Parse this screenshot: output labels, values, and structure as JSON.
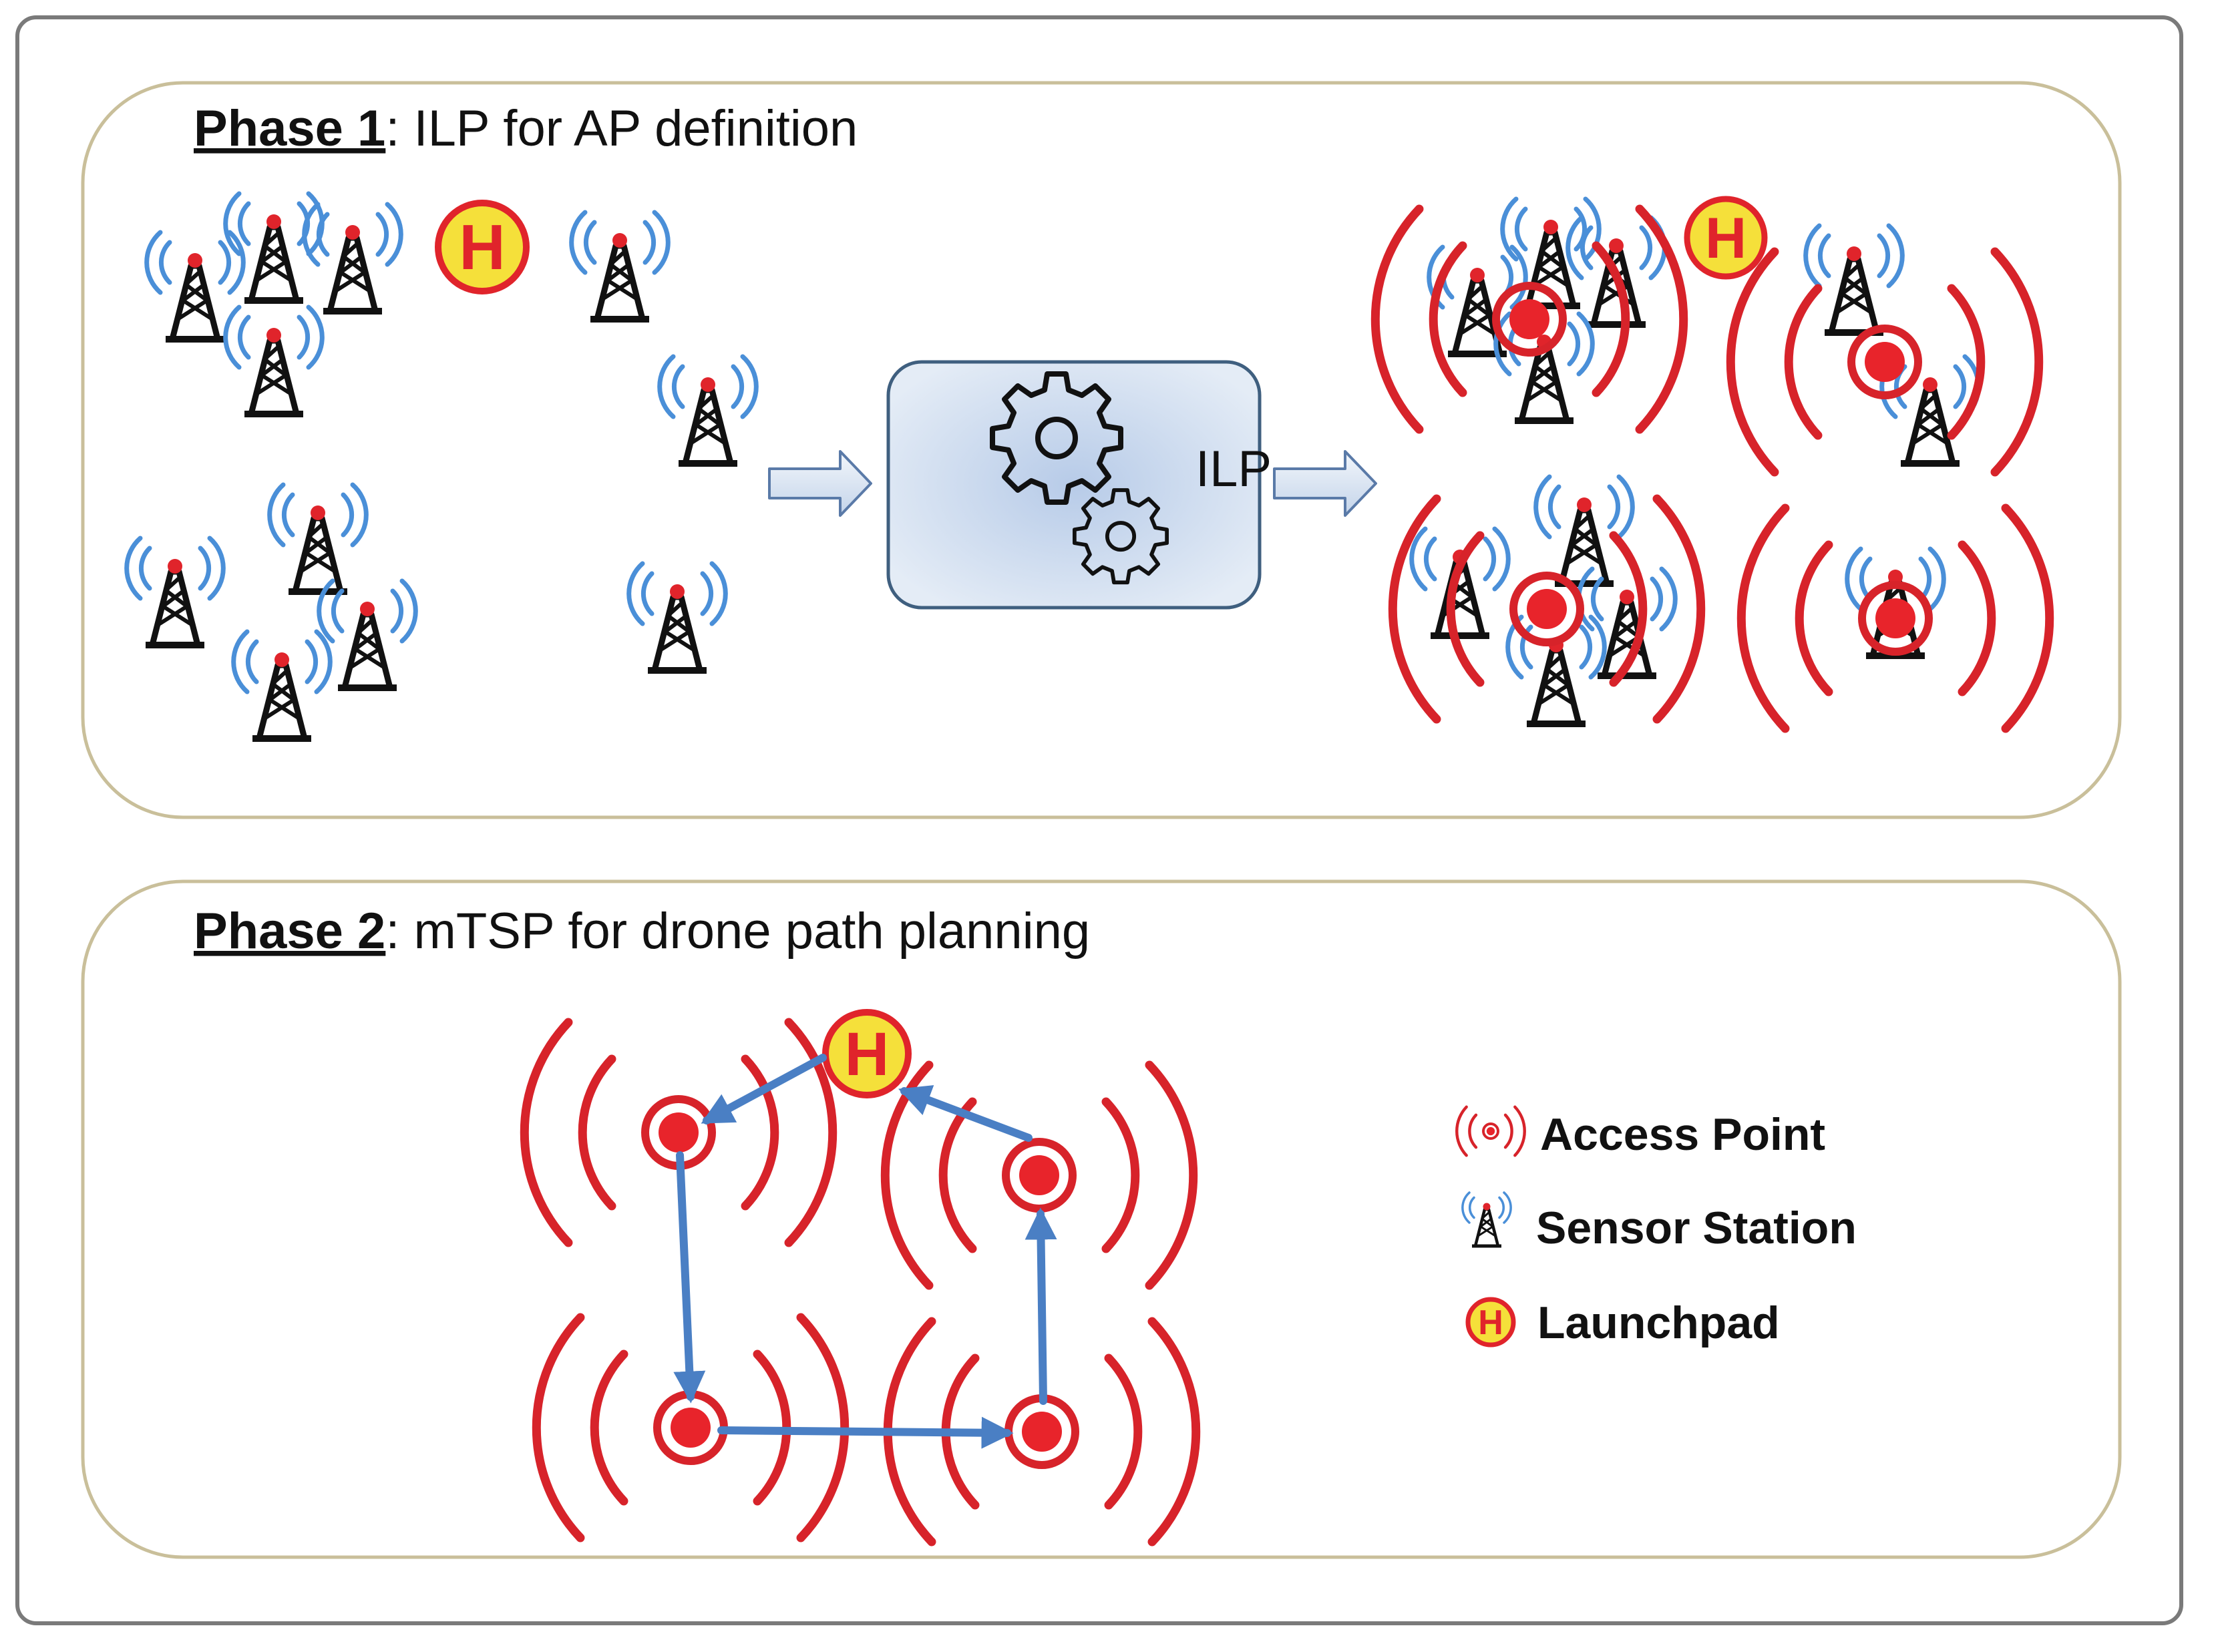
{
  "phase1": {
    "heading_bold": "Phase 1",
    "heading_rest": ": ILP for AP definition",
    "process_label": "ILP"
  },
  "phase2": {
    "heading_bold": "Phase 2",
    "heading_rest": ": mTSP for drone path planning"
  },
  "launchpad_glyph": "H",
  "legend": {
    "access_point": "Access Point",
    "sensor_station": "Sensor Station",
    "launchpad": "Launchpad"
  },
  "colors": {
    "access_point_red": "#e0242b",
    "sensor_wave_blue": "#4a8fd8",
    "path_arrow_blue": "#4a7fc4",
    "launchpad_fill": "#f5e03a",
    "panel_border": "#c9bf9a",
    "process_fill": "#c7d7ec"
  },
  "icons": {
    "gear": "gear-icon",
    "sensor": "sensor-tower-icon",
    "access_point": "access-point-icon",
    "launchpad": "launchpad-icon",
    "arrow": "right-arrow-icon"
  }
}
